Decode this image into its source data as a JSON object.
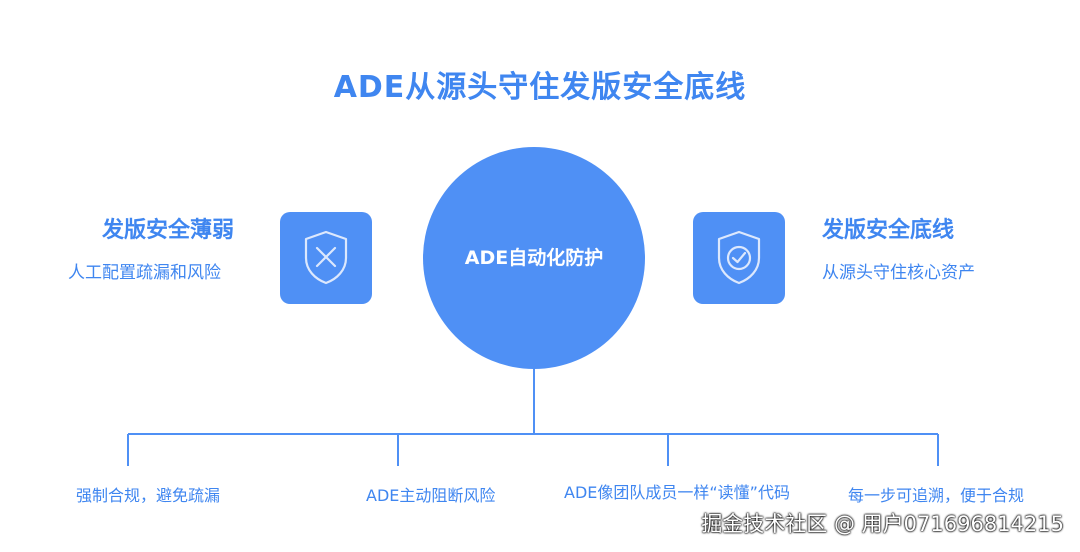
{
  "title": "ADE从源头守住发版安全底线",
  "left": {
    "title": "发版安全薄弱",
    "subtitle": "人工配置疏漏和风险",
    "icon": "shield-x-icon"
  },
  "right": {
    "title": "发版安全底线",
    "subtitle": "从源头守住核心资产",
    "icon": "shield-check-icon"
  },
  "center": {
    "label": "ADE自动化防护"
  },
  "bottom_items": [
    "强制合规，避免疏漏",
    "ADE主动阻断风险",
    "ADE像团队成员一样“读懂”代码",
    "每一步可追溯，便于合规"
  ],
  "watermark": "掘金技术社区 @ 用户071696814215",
  "colors": {
    "accent": "#4f90f5",
    "text": "#3f86f0",
    "line": "#4f90f5"
  }
}
